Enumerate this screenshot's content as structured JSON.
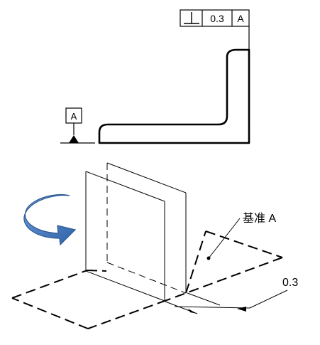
{
  "feature_control_frame": {
    "symbol": "perpendicularity",
    "tolerance": "0.3",
    "datum": "A"
  },
  "datum_label": "A",
  "datum_plane_label": "基准 A",
  "tolerance_dimension": "0.3",
  "colors": {
    "rotation_arrow": "#4a7cc0",
    "rotation_arrow_edge": "#2e5a96",
    "lines": "#000000",
    "background": "#ffffff"
  },
  "icons": {
    "rotation": "curved-rotation-arrow"
  }
}
